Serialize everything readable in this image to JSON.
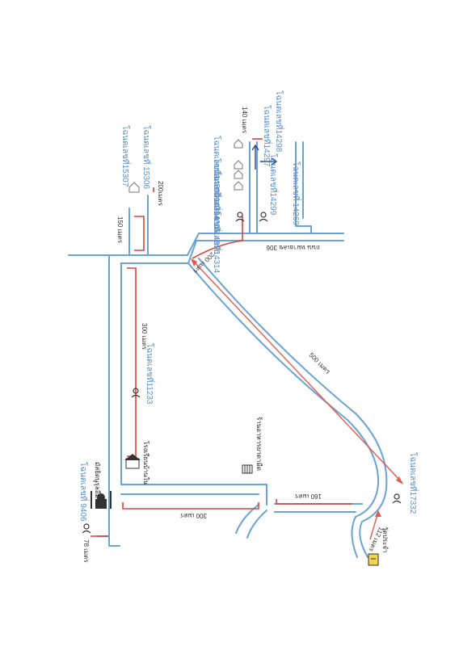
{
  "map": {
    "plots": {
      "p15307": "โฉนดเลขที่15307",
      "p15306": "โฉนดเลขที่ 15306",
      "p14314": "โฉนดเลขที่14314",
      "p14306": "โฉนดเลขที่14306",
      "p14305": "โฉนดเลขที่14305",
      "p14304": "โฉนดเลขที่14304",
      "p14300": "โฉนดเลขที่14300",
      "p14299": "โฉนดเลขที่14299",
      "p14297": "โฉนดเลขที่14297",
      "p14298": "โฉนดเลขที่14298",
      "p14269": "โฉนดเลขที่ 14269",
      "p11233": "โฉนดเลขที่11233",
      "p9406": "โฉนดเลขที่ 9406",
      "p17332": "โฉนดเลขที่17332"
    },
    "distances": {
      "d200a": "200เมตร",
      "d150": "150 เมตร",
      "d140": "140 เมตร",
      "d200b": "200 เมตร",
      "d500": "500 เมตร",
      "d300a": "300 เมตร",
      "d300b": "300 เมตร",
      "d160": "160 เมตร",
      "d112": "112 เมตร",
      "d78": "78 เมตร"
    },
    "road_name": "ถนน หมายเลข 306",
    "places": {
      "school": "โรงเรียนบ้านใน",
      "mosque": "มัสยิดนูรุลอีมาน",
      "restaurant": "ร้านอาหารยาดามีด",
      "temple": "วัดประจำ"
    },
    "colors": {
      "road": "#6aa3d6",
      "dimension": "#d9443c",
      "route": "#e55a4a",
      "plot_label": "#5a8fca"
    }
  }
}
